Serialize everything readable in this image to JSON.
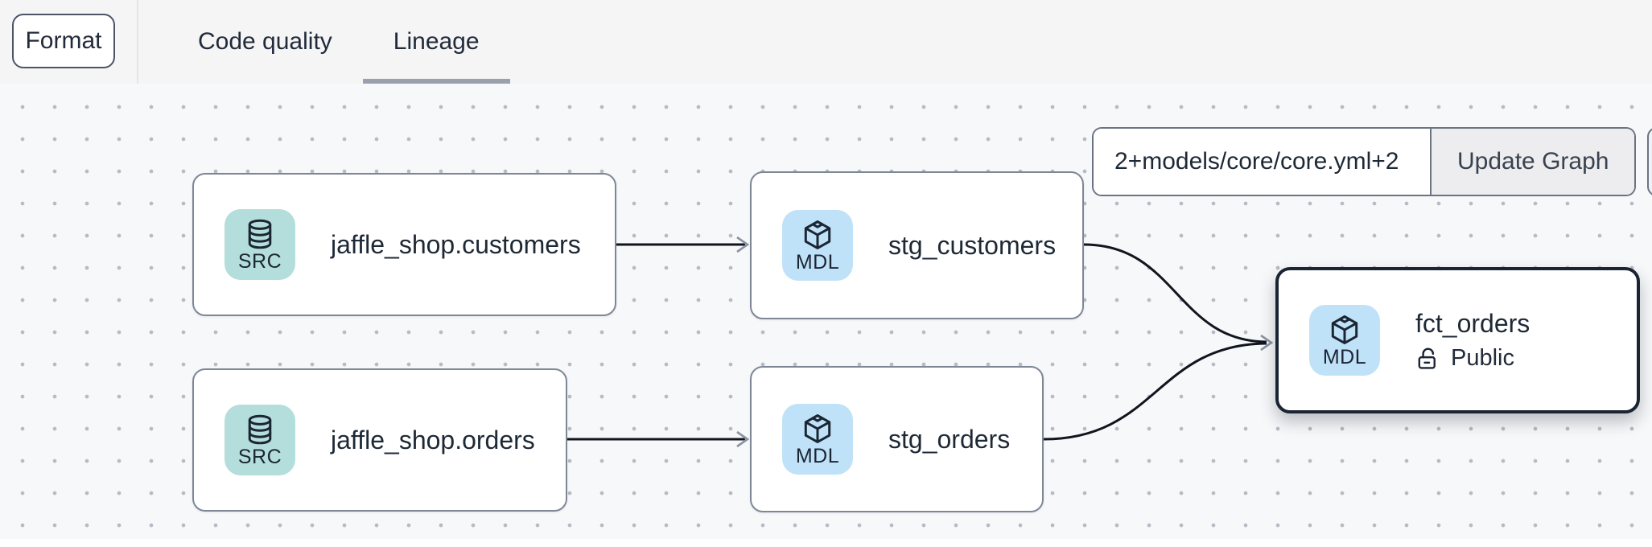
{
  "toolbar": {
    "format_label": "Format"
  },
  "tabs": [
    {
      "label": "Code quality",
      "active": false
    },
    {
      "label": "Lineage",
      "active": true
    }
  ],
  "lineage_controls": {
    "selector_value": "2+models/core/core.yml+2",
    "update_button_label": "Update Graph"
  },
  "nodes": [
    {
      "id": "jaffle_shop_customers",
      "label": "jaffle_shop.customers",
      "badge": "SRC",
      "type": "source",
      "icon": "database-icon",
      "selected": false
    },
    {
      "id": "stg_customers",
      "label": "stg_customers",
      "badge": "MDL",
      "type": "model",
      "icon": "cube-icon",
      "selected": false
    },
    {
      "id": "jaffle_shop_orders",
      "label": "jaffle_shop.orders",
      "badge": "SRC",
      "type": "source",
      "icon": "database-icon",
      "selected": false
    },
    {
      "id": "stg_orders",
      "label": "stg_orders",
      "badge": "MDL",
      "type": "model",
      "icon": "cube-icon",
      "selected": false
    },
    {
      "id": "fct_orders",
      "label": "fct_orders",
      "badge": "MDL",
      "type": "model",
      "icon": "cube-icon",
      "selected": true,
      "access_icon": "unlock-icon",
      "access": "Public"
    }
  ],
  "edges": [
    {
      "from": "jaffle_shop_customers",
      "to": "stg_customers"
    },
    {
      "from": "jaffle_shop_orders",
      "to": "stg_orders"
    },
    {
      "from": "stg_customers",
      "to": "fct_orders"
    },
    {
      "from": "stg_orders",
      "to": "fct_orders"
    }
  ],
  "colors": {
    "source_badge_bg": "#b4dedb",
    "model_badge_bg": "#bfe2f8",
    "selected_node_border": "#1b2432",
    "node_border": "#7e8796",
    "edge_line": "#10151e",
    "arrowhead": "#8a93a1",
    "tab_underline": "#9aa1ad",
    "topbar_bg": "#f5f5f6",
    "canvas_bg": "#f7f8fa"
  }
}
